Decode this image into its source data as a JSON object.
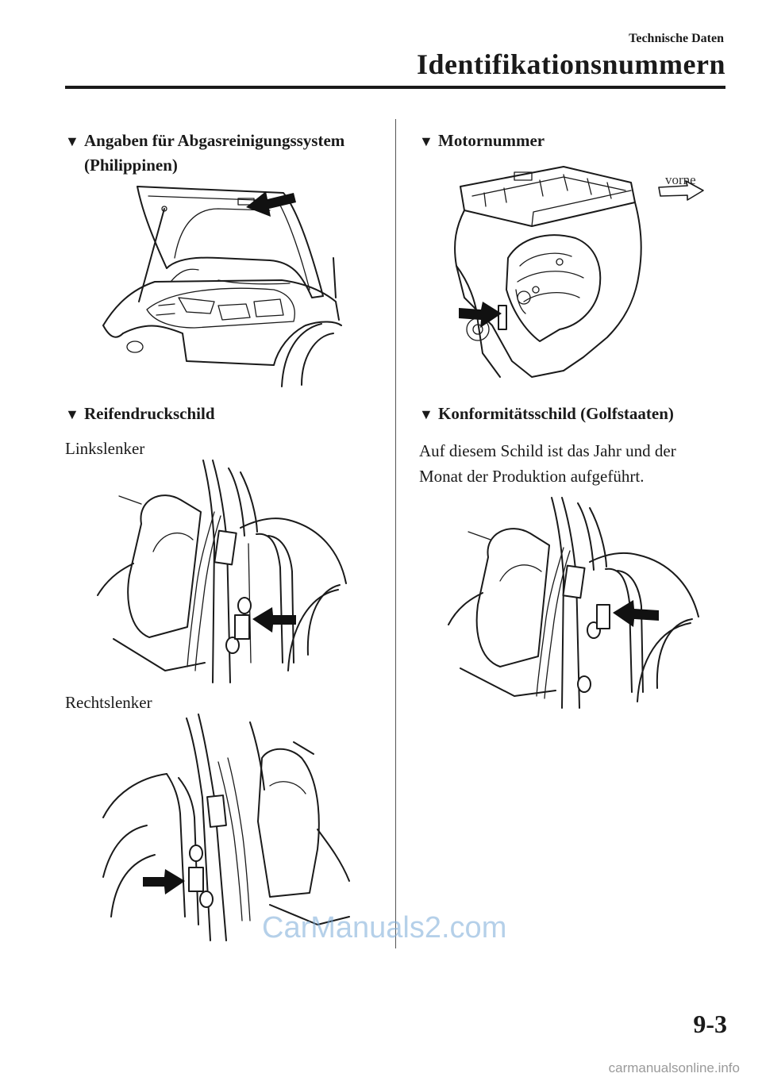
{
  "header": {
    "section": "Technische Daten",
    "title": "Identifikationsnummern"
  },
  "left": {
    "emission": {
      "title_line1": "Angaben für Abgasreinigungssystem",
      "title_line2": "(Philippinen)"
    },
    "tire": {
      "title": "Reifendruckschild",
      "lhd_label": "Linkslenker",
      "rhd_label": "Rechtslenker"
    }
  },
  "right": {
    "engine": {
      "title": "Motornummer",
      "front_label": "vorne"
    },
    "conformity": {
      "title": "Konformitätsschild (Golfstaaten)",
      "text_line1": "Auf diesem Schild ist das Jahr und der",
      "text_line2": "Monat der Produktion aufgeführt."
    }
  },
  "marker_symbol": "▼",
  "watermark": "CarManuals2.com",
  "page_number": "9-3",
  "footer": "carmanualsonline.info"
}
